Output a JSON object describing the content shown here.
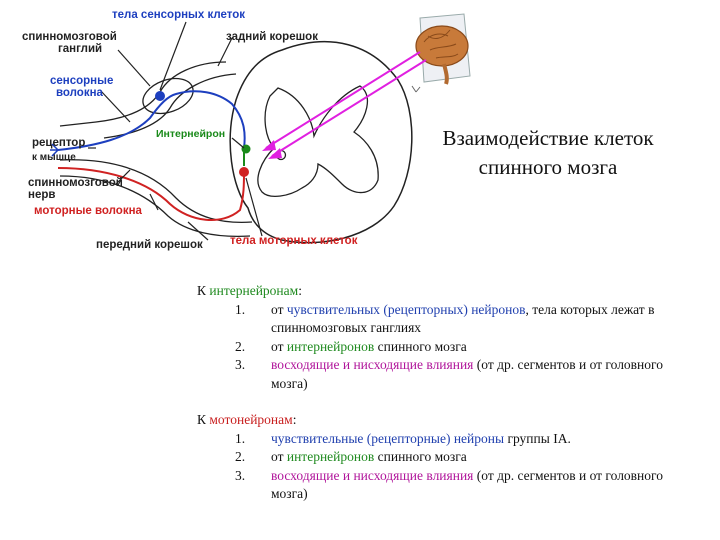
{
  "diagram": {
    "labels": {
      "sensory_bodies": "тела сенсорных клеток",
      "spinal_ganglion_1": "спинномозговой",
      "spinal_ganglion_2": "ганглий",
      "dorsal_root": "задний корешок",
      "sensory_fibers_1": "сенсорные",
      "sensory_fibers_2": "волокна",
      "interneuron": "Интернейрон",
      "receptor_1": "рецептор",
      "receptor_2": "к мышце",
      "spinal_nerve_1": "спинномозговой",
      "spinal_nerve_2": "нерв",
      "motor_fibers": "моторные волокна",
      "ventral_root": "передний корешок",
      "motor_bodies": "тела моторных клеток"
    },
    "colors": {
      "sensory": "#1d3fbf",
      "motor": "#d02222",
      "interneuron": "#1a8a1a",
      "arrows": "#e020e0"
    }
  },
  "title": {
    "line1": "Взаимодействие клеток",
    "line2": "спинного мозга"
  },
  "interneurons": {
    "prefix": "К ",
    "term": "интернейронам",
    "suffix": ":",
    "items": [
      {
        "num": "1.",
        "parts": [
          {
            "t": "от ",
            "c": ""
          },
          {
            "t": "чувствительных (рецепторных) нейронов",
            "c": "blue"
          },
          {
            "t": ", тела которых лежат в спинномозговых ганглиях",
            "c": ""
          }
        ]
      },
      {
        "num": "2.",
        "parts": [
          {
            "t": "от ",
            "c": ""
          },
          {
            "t": "интернейронов",
            "c": "green"
          },
          {
            "t": " спинного мозга",
            "c": ""
          }
        ]
      },
      {
        "num": "3.",
        "parts": [
          {
            "t": "восходящие и нисходящие влияния",
            "c": "magenta"
          },
          {
            "t": " (от др. сегментов и от головного мозга)",
            "c": ""
          }
        ]
      }
    ]
  },
  "motoneurons": {
    "prefix": "К ",
    "term": "мотонейронам",
    "suffix": ":",
    "items": [
      {
        "num": "1.",
        "parts": [
          {
            "t": "чувствительные (рецепторные) нейроны",
            "c": "blue"
          },
          {
            "t": " группы IA.",
            "c": ""
          }
        ]
      },
      {
        "num": "2.",
        "parts": [
          {
            "t": "от ",
            "c": ""
          },
          {
            "t": "интернейронов",
            "c": "green"
          },
          {
            "t": " спинного мозга",
            "c": ""
          }
        ]
      },
      {
        "num": "3.",
        "parts": [
          {
            "t": "восходящие и нисходящие влияния",
            "c": "magenta"
          },
          {
            "t": " (от др. сегментов и от головного мозга)",
            "c": ""
          }
        ]
      }
    ]
  }
}
